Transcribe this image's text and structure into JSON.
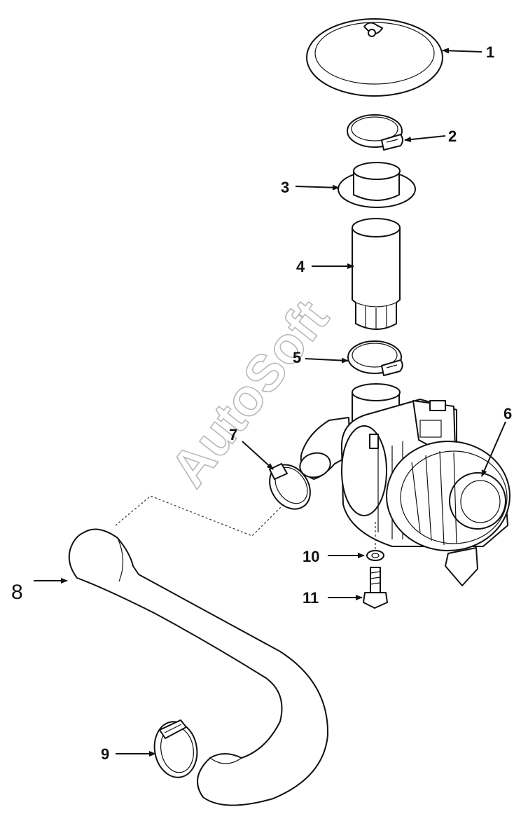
{
  "watermark": "AutoSoft",
  "callouts": [
    {
      "id": "1",
      "label": "1"
    },
    {
      "id": "2",
      "label": "2"
    },
    {
      "id": "3",
      "label": "3"
    },
    {
      "id": "4",
      "label": "4"
    },
    {
      "id": "5",
      "label": "5"
    },
    {
      "id": "6",
      "label": "6"
    },
    {
      "id": "7",
      "label": "7"
    },
    {
      "id": "8",
      "label": "8"
    },
    {
      "id": "9",
      "label": "9"
    },
    {
      "id": "10",
      "label": "10"
    },
    {
      "id": "11",
      "label": "11"
    }
  ],
  "parts": [
    {
      "id": "1",
      "icon": "rain-cap-icon"
    },
    {
      "id": "2",
      "icon": "hose-clamp-icon"
    },
    {
      "id": "3",
      "icon": "flange-adapter-icon"
    },
    {
      "id": "4",
      "icon": "intake-tube-icon"
    },
    {
      "id": "5",
      "icon": "hose-clamp-icon"
    },
    {
      "id": "6",
      "icon": "air-cleaner-assembly-icon"
    },
    {
      "id": "7",
      "icon": "hose-clamp-icon"
    },
    {
      "id": "8",
      "icon": "intake-hose-icon"
    },
    {
      "id": "9",
      "icon": "hose-clamp-icon"
    },
    {
      "id": "10",
      "icon": "washer-icon"
    },
    {
      "id": "11",
      "icon": "bolt-icon"
    }
  ],
  "colors": {
    "line": "#111111",
    "background": "#ffffff",
    "watermark": "#b8b8b8"
  }
}
